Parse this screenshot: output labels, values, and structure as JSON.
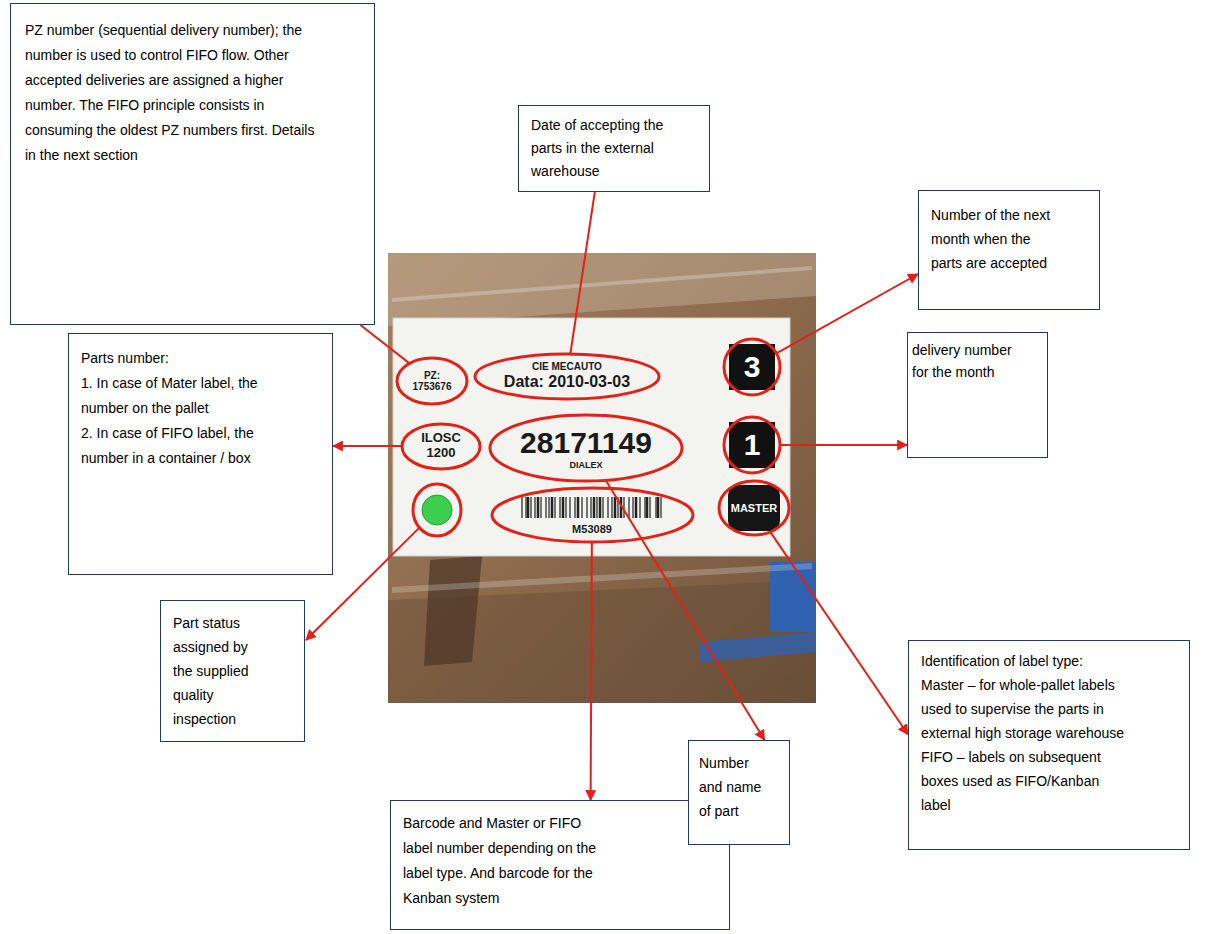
{
  "diagram": {
    "nodes": [
      {
        "text": [
          "PZ number (sequential delivery number); the number is used to control FIFO flow. Other accepted deliveries are assigned a higher number. The FIFO principle consists in consuming the oldest PZ numbers first. Details in the next section"
        ]
      },
      {
        "text": [
          "Date of accepting the parts in the external warehouse"
        ]
      },
      {
        "text": [
          "Number of the next month when the parts are accepted"
        ]
      },
      {
        "text": [
          "delivery number for the month"
        ]
      },
      {
        "text": [
          "Parts number:",
          "1. In case of Mater label, the number on the pallet",
          "2. In case of FIFO label, the number in a container / box"
        ]
      },
      {
        "text": [
          "Part status assigned by the supplied quality inspection"
        ]
      },
      {
        "text": [
          "Barcode and Master or FIFO label number depending on the label type. And barcode for the Kanban system"
        ]
      },
      {
        "text": [
          "Number and name of part"
        ]
      },
      {
        "text": [
          "Identification of label type:",
          "Master – for whole-pallet labels used to supervise the parts in external high storage warehouse",
          "FIFO – labels on subsequent boxes used as FIFO/Kanban label"
        ]
      },
      {
        "text": [
          "PZ: 1753676"
        ]
      },
      {
        "text": [
          "CIE MECAUTO",
          "Data: 2010-03-03"
        ]
      },
      {
        "text": [
          "3"
        ]
      },
      {
        "text": [
          "ILOSC 1200"
        ]
      },
      {
        "text": [
          "28171149",
          "DIALEX"
        ]
      },
      {
        "text": [
          "1"
        ]
      },
      {
        "text": [
          "M53089"
        ]
      },
      {
        "text": [
          "MASTER"
        ]
      }
    ],
    "edges": [
      {
        "from": 9,
        "to": 0,
        "arrow": "none"
      },
      {
        "from": 10,
        "to": 1,
        "arrow": "none"
      },
      {
        "from": 11,
        "to": 2,
        "arrow": "to"
      },
      {
        "from": 12,
        "to": 4,
        "arrow": "to"
      },
      {
        "from": 13,
        "to": 7,
        "arrow": "to"
      },
      {
        "from": 14,
        "to": 3,
        "arrow": "to"
      },
      {
        "from": 15,
        "to": 6,
        "arrow": "to"
      },
      {
        "from": 16,
        "to": 8,
        "arrow": "to"
      }
    ]
  }
}
